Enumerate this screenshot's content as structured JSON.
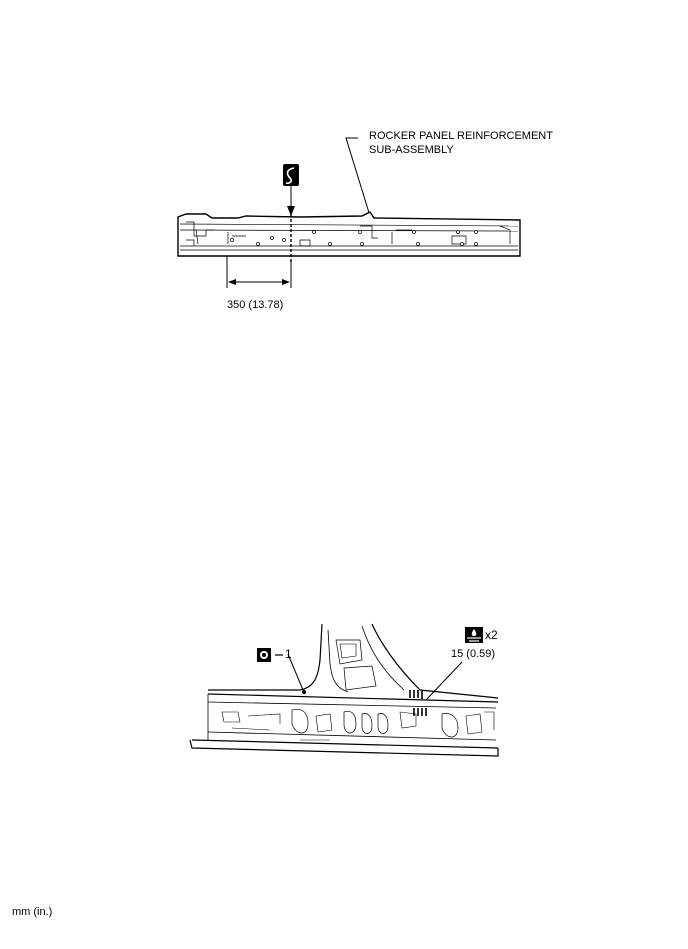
{
  "top_figure": {
    "part_label_line1": "ROCKER PANEL REINFORCEMENT",
    "part_label_line2": "SUB-ASSEMBLY",
    "dimension": "350 (13.78)",
    "cut_symbol": "cut-line-icon"
  },
  "bottom_figure": {
    "spot_weld_count": "1",
    "brazing_multiplier": "x2",
    "brazing_length": "15 (0.59)",
    "spot_weld_symbol": "spot-weld-icon",
    "brazing_symbol": "mig-brazing-icon"
  },
  "footer": {
    "unit_note": "mm (in.)"
  },
  "colors": {
    "line": "#000000",
    "background": "#ffffff"
  }
}
